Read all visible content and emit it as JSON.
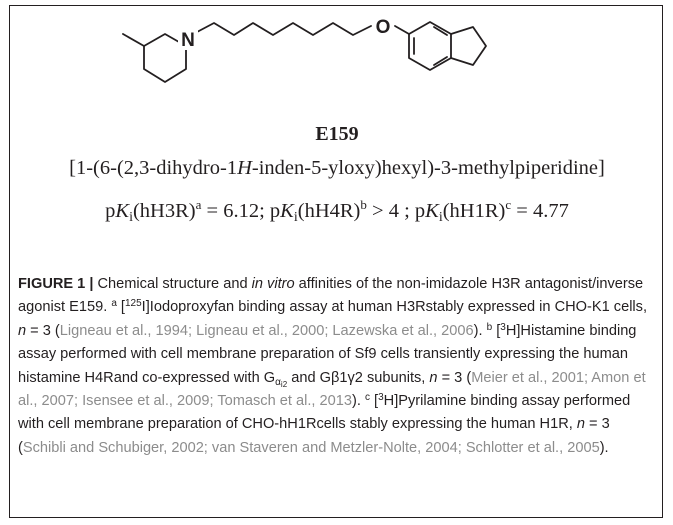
{
  "figure": {
    "structure": {
      "atom_n": "N",
      "atom_o": "O",
      "compound_label": "E159"
    },
    "chemical_name": {
      "part1": "[1-(6-(2,3-dihydro-1",
      "h_italic": "H",
      "part2": "-inden-5-yloxy)hexyl)-3-methylpiperidine]"
    },
    "affinities": [
      {
        "p": "p",
        "k": "K",
        "sub": "i",
        "target": "(hH3R)",
        "note": "a",
        "rel": " = ",
        "value": "6.12",
        "sep": "; "
      },
      {
        "p": "p",
        "k": "K",
        "sub": "i",
        "target": "(hH4R)",
        "note": "b",
        "rel": " > ",
        "value": "4",
        "sep": " ; "
      },
      {
        "p": "p",
        "k": "K",
        "sub": "i",
        "target": "(hH1R)",
        "note": "c",
        "rel": " = ",
        "value": "4.77",
        "sep": ""
      }
    ],
    "caption": {
      "label": "FIGURE 1 |",
      "t1": " Chemical structure and ",
      "t1_italic": "in vitro",
      "t2": " affinities of the non-imidazole H3R antagonist/inverse agonist E159. ",
      "note_a": "a",
      "t3a": " [",
      "iso125": "125",
      "t3b": "I]Iodoproxyfan binding assay at human H3Rstably expressed in CHO-K1 cells, ",
      "n1": "n",
      "t3c": " = 3 (",
      "cite1": "Ligneau et al., 1994; Ligneau et al., 2000; Lazewska et al., 2006",
      "t3d": "). ",
      "note_b": "b",
      "t4a": " [",
      "iso3a": "3",
      "t4b": "H]Histamine binding assay performed with cell membrane preparation of Sf9 cells transiently expressing the human histamine H4Rand co-expressed with G",
      "g_sub1": "α",
      "g_subsub": "i2",
      "t4c": " and Gβ1γ2 subunits, ",
      "n2": "n",
      "t4d": " = 3 (",
      "cite2": "Meier et al., 2001; Amon et al., 2007; Isensee et al., 2009; Tomasch et al., 2013",
      "t4e": "). ",
      "note_c": "c",
      "t5a": " [",
      "iso3b": "3",
      "t5b": "H]Pyrilamine binding assay performed with cell membrane preparation of CHO-hH1Rcells stably expressing the human H1R, ",
      "n3": "n",
      "t5c": " = 3 (",
      "cite3": "Schibli and Schubiger, 2002; van Staveren and Metzler-Nolte, 2004; Schlotter et al., 2005",
      "t5d": ")."
    }
  }
}
